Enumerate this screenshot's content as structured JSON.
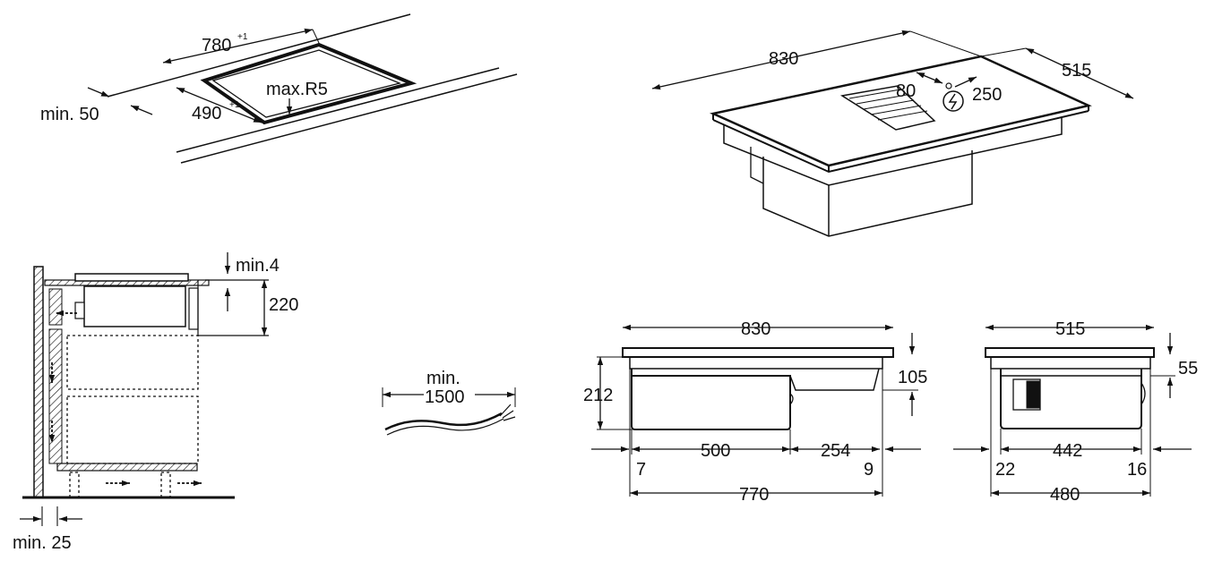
{
  "cutout": {
    "width": "780",
    "width_tol": "+1",
    "depth": "490",
    "depth_tol": "+1",
    "radius": "max.R5",
    "edge_min": "min. 50"
  },
  "hob_3d": {
    "width": "830",
    "depth": "515",
    "conn_a": "80",
    "conn_b": "250"
  },
  "section": {
    "gap_min": "min.4",
    "height": "220",
    "wall_min": "min. 25"
  },
  "cable": {
    "label_1": "min.",
    "label_2": "1500"
  },
  "front": {
    "width": "830",
    "height_total": "212",
    "height_part": "105",
    "seg_a": "500",
    "seg_b": "254",
    "off_left": "7",
    "off_right": "9",
    "bottom": "770"
  },
  "side": {
    "width": "515",
    "height": "55",
    "inner": "442",
    "off_left": "22",
    "off_right": "16",
    "bottom": "480"
  }
}
